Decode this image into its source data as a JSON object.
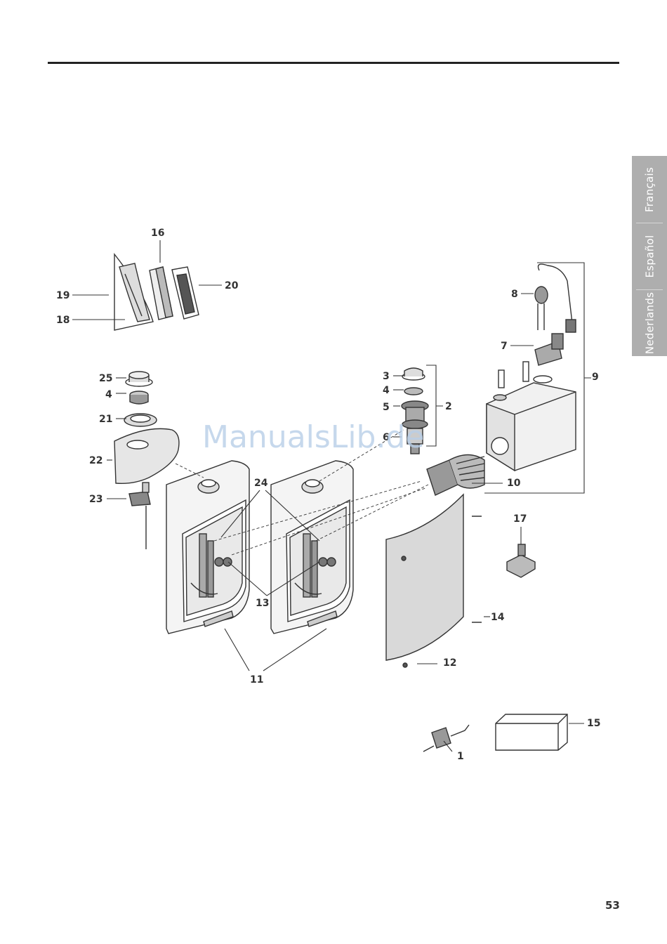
{
  "languages": [
    "Français",
    "Español",
    "Nederlands"
  ],
  "watermark": "ManualsLib.de",
  "page_number": "53",
  "callouts": {
    "c1": "1",
    "c2": "2",
    "c3": "3",
    "c4a": "4",
    "c4b": "4",
    "c5": "5",
    "c6": "6",
    "c7": "7",
    "c8": "8",
    "c9": "9",
    "c10": "10",
    "c11": "11",
    "c12": "12",
    "c13": "13",
    "c14": "14",
    "c15": "15",
    "c16": "16",
    "c17": "17",
    "c18": "18",
    "c19": "19",
    "c20": "20",
    "c21": "21",
    "c22": "22",
    "c23": "23",
    "c24": "24",
    "c25": "25"
  },
  "colors": {
    "line": "#333333",
    "tab": "#aeaeae",
    "watermark": "#b9cfe8",
    "panel": "#d9d9d9"
  }
}
